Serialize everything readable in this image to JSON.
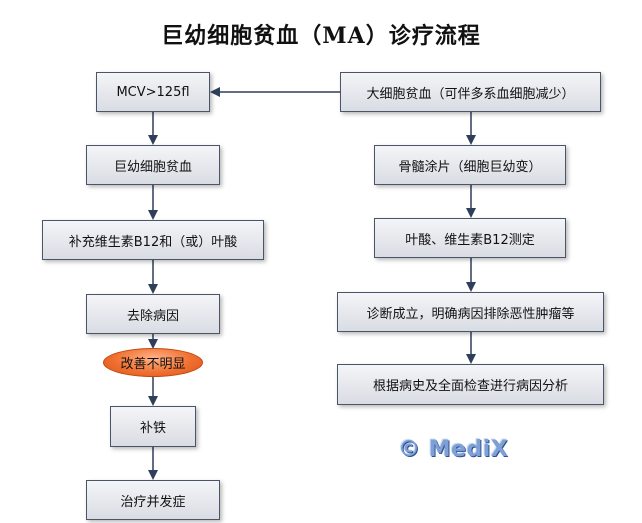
{
  "title": "巨幼细胞贫血（MA）诊疗流程",
  "left_column": {
    "mcv": "MCV>125fl",
    "ma": "巨幼细胞贫血",
    "supplement": "补充维生素B12和（或）叶酸",
    "remove_cause": "去除病因",
    "no_improvement": "改善不明显",
    "iron": "补铁",
    "treat_complications": "治疗并发症"
  },
  "right_column": {
    "macrocytic_anemia": "大细胞贫血（可伴多系血细胞减少）",
    "bone_marrow_smear": "骨髓涂片（细胞巨幼变）",
    "folate_b12_test": "叶酸、维生素B12测定",
    "diagnosis": "诊断成立，明确病因排除恶性肿瘤等",
    "full_exam": "根据病史及全面检查进行病因分析"
  },
  "watermark": "© MediX"
}
